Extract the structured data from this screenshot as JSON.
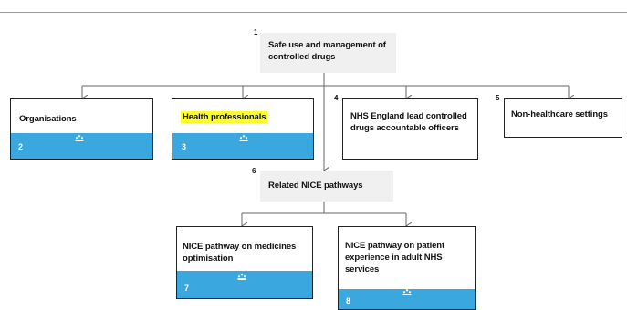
{
  "diagram": {
    "root": {
      "number": "1",
      "label": "Safe use and management of controlled drugs"
    },
    "children": [
      {
        "number": "2",
        "label": "Organisations",
        "icon": "people-group-icon"
      },
      {
        "number": "3",
        "label": "Health professionals",
        "icon": "people-group-icon",
        "highlighted": true,
        "highlight_color": "#fdfd2a"
      },
      {
        "number": "4",
        "label": "NHS England lead controlled drugs accountable officers"
      },
      {
        "number": "5",
        "label": "Non-healthcare settings"
      }
    ],
    "related": {
      "number": "6",
      "label": "Related NICE pathways",
      "children": [
        {
          "number": "7",
          "label": "NICE pathway on medicines optimisation",
          "icon": "people-group-icon"
        },
        {
          "number": "8",
          "label": "NICE pathway on patient experience in adult NHS services",
          "icon": "people-group-icon"
        }
      ]
    }
  },
  "colors": {
    "band": "#3aa8de",
    "grey_box": "#f0f0f0",
    "connector": "#666666",
    "border": "#222222"
  }
}
